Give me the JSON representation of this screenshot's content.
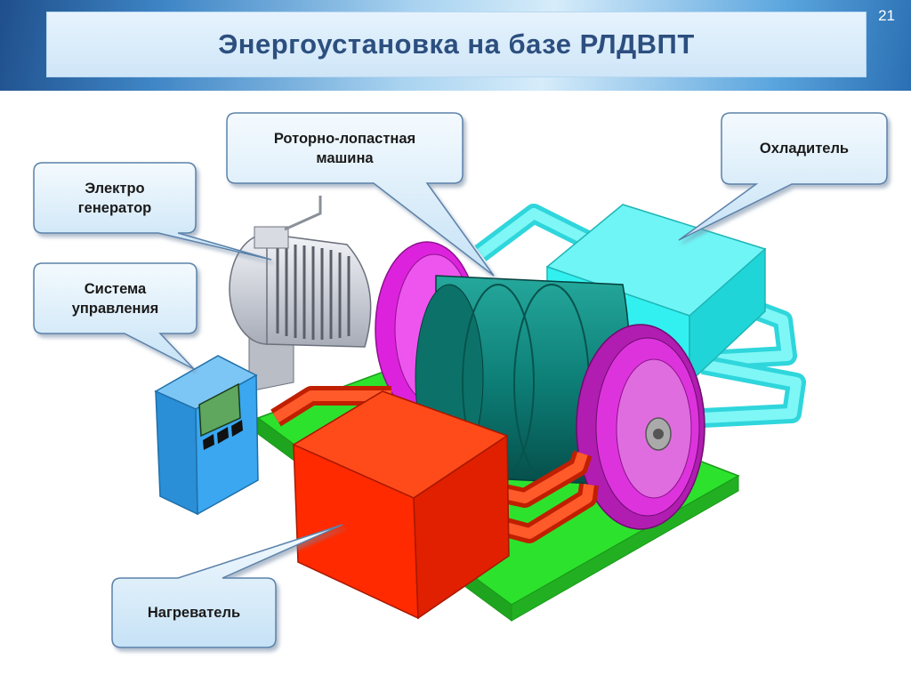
{
  "slide": {
    "number": "21",
    "title": "Энергоустановка на базе РЛДВПТ"
  },
  "labels": {
    "generator": "Электро\nгенератор",
    "rotary_machine": "Роторно-лопастная\nмашина",
    "cooler": "Охладитель",
    "control_system": "Система\nуправления",
    "heater": "Нагреватель"
  },
  "colors": {
    "platform": "#2de22d",
    "heater": "#ff2a00",
    "cooler": "#33f0f0",
    "rotor_body": "#0f8a80",
    "flange": "#dd22dd",
    "control_box": "#3aa7f0",
    "generator": "#cfd3dc"
  }
}
